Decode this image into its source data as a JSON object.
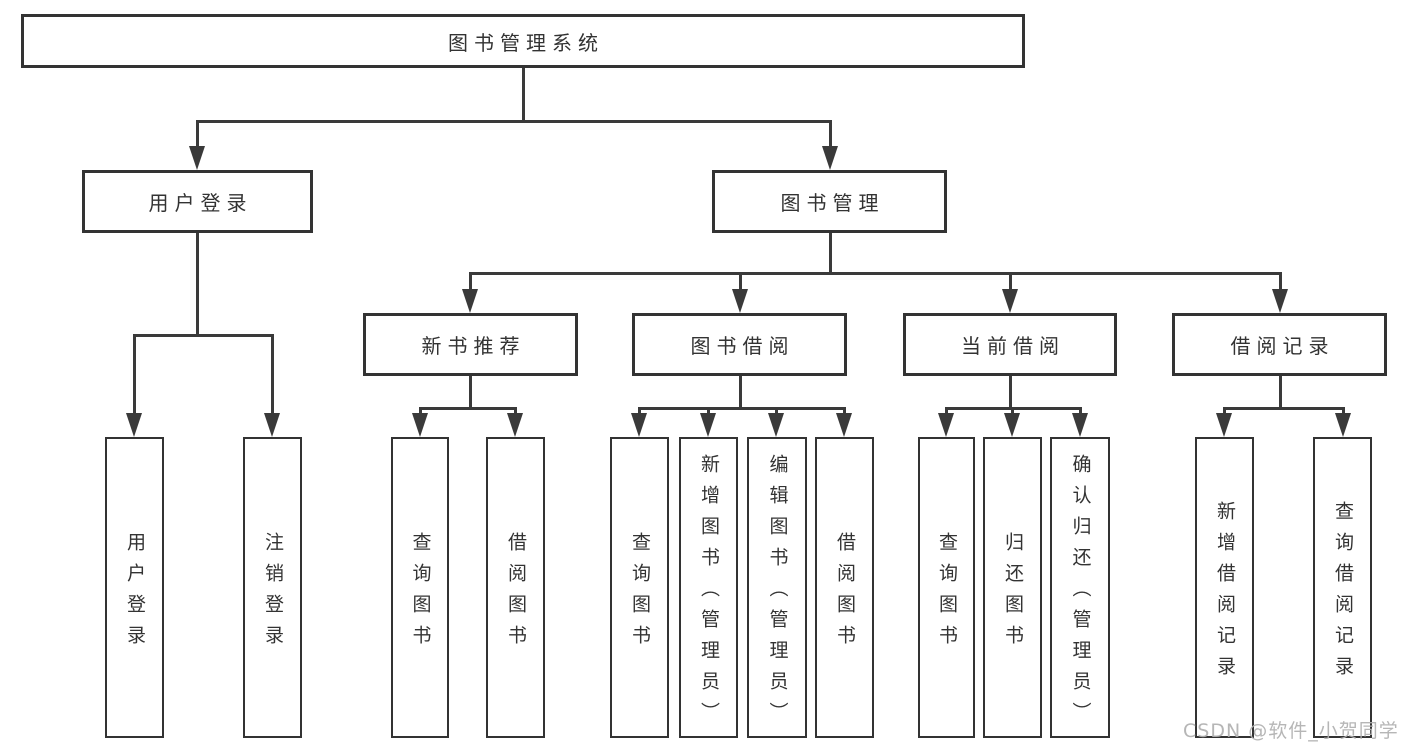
{
  "tree": {
    "root": {
      "label": "图书管理系统",
      "children": [
        {
          "label": "用户登录",
          "children": [
            {
              "label": "用户登录"
            },
            {
              "label": "注销登录"
            }
          ]
        },
        {
          "label": "图书管理",
          "children": [
            {
              "label": "新书推荐",
              "children": [
                {
                  "label": "查询图书"
                },
                {
                  "label": "借阅图书"
                }
              ]
            },
            {
              "label": "图书借阅",
              "children": [
                {
                  "label": "查询图书"
                },
                {
                  "label": "新增图书（管理员）"
                },
                {
                  "label": "编辑图书（管理员）"
                },
                {
                  "label": "借阅图书"
                }
              ]
            },
            {
              "label": "当前借阅",
              "children": [
                {
                  "label": "查询图书"
                },
                {
                  "label": "归还图书"
                },
                {
                  "label": "确认归还（管理员）"
                }
              ]
            },
            {
              "label": "借阅记录",
              "children": [
                {
                  "label": "新增借阅记录"
                },
                {
                  "label": "查询借阅记录"
                }
              ]
            }
          ]
        }
      ]
    }
  },
  "watermark": "CSDN @软件_小贺同学",
  "colors": {
    "line": "#3a3a3a",
    "box_border": "#333333",
    "text": "#333333",
    "watermark": "#b0b0b0",
    "background": "#ffffff"
  }
}
